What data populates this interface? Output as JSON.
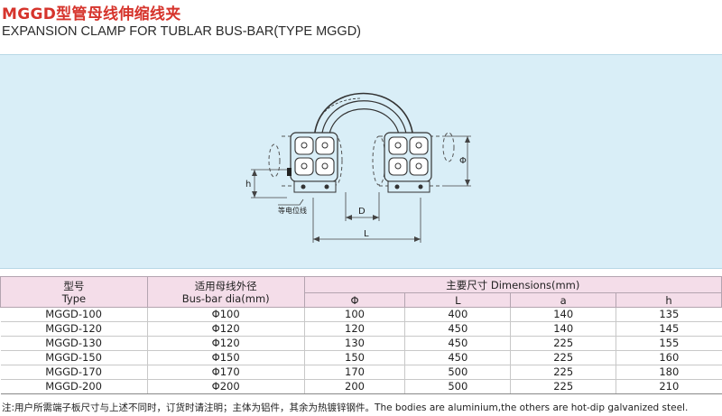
{
  "header": {
    "title": "MGGD型管母线伸缩线夹",
    "subtitle": "EXPANSION CLAMP FOR TUBLAR BUS-BAR(TYPE MGGD)"
  },
  "figure": {
    "labels": {
      "phi": "Φ",
      "h": "h",
      "d": "D",
      "l": "L",
      "equipotential_line": "等电位线"
    }
  },
  "table": {
    "col_type_cn": "型号",
    "col_type_en": "Type",
    "col_dia_cn": "适用母线外径",
    "col_dia_en": "Bus-bar dia(mm)",
    "col_dims": "主要尺寸 Dimensions(mm)",
    "sub_headers": [
      "Φ",
      "L",
      "a",
      "h"
    ],
    "rows": [
      {
        "type": "MGGD-100",
        "dia": "Φ100",
        "phi": "100",
        "l": "400",
        "a": "140",
        "h": "135"
      },
      {
        "type": "MGGD-120",
        "dia": "Φ120",
        "phi": "120",
        "l": "450",
        "a": "140",
        "h": "145"
      },
      {
        "type": "MGGD-130",
        "dia": "Φ120",
        "phi": "130",
        "l": "450",
        "a": "225",
        "h": "155"
      },
      {
        "type": "MGGD-150",
        "dia": "Φ150",
        "phi": "150",
        "l": "450",
        "a": "225",
        "h": "160"
      },
      {
        "type": "MGGD-170",
        "dia": "Φ170",
        "phi": "170",
        "l": "500",
        "a": "225",
        "h": "180"
      },
      {
        "type": "MGGD-200",
        "dia": "Φ200",
        "phi": "200",
        "l": "500",
        "a": "225",
        "h": "210"
      }
    ]
  },
  "note": "注:用户所需端子板尺寸与上述不同时，订货时请注明；主体为铝件，其余为热镀锌钢件。The bodies are aluminium,the others are hot-dip galvanized steel."
}
